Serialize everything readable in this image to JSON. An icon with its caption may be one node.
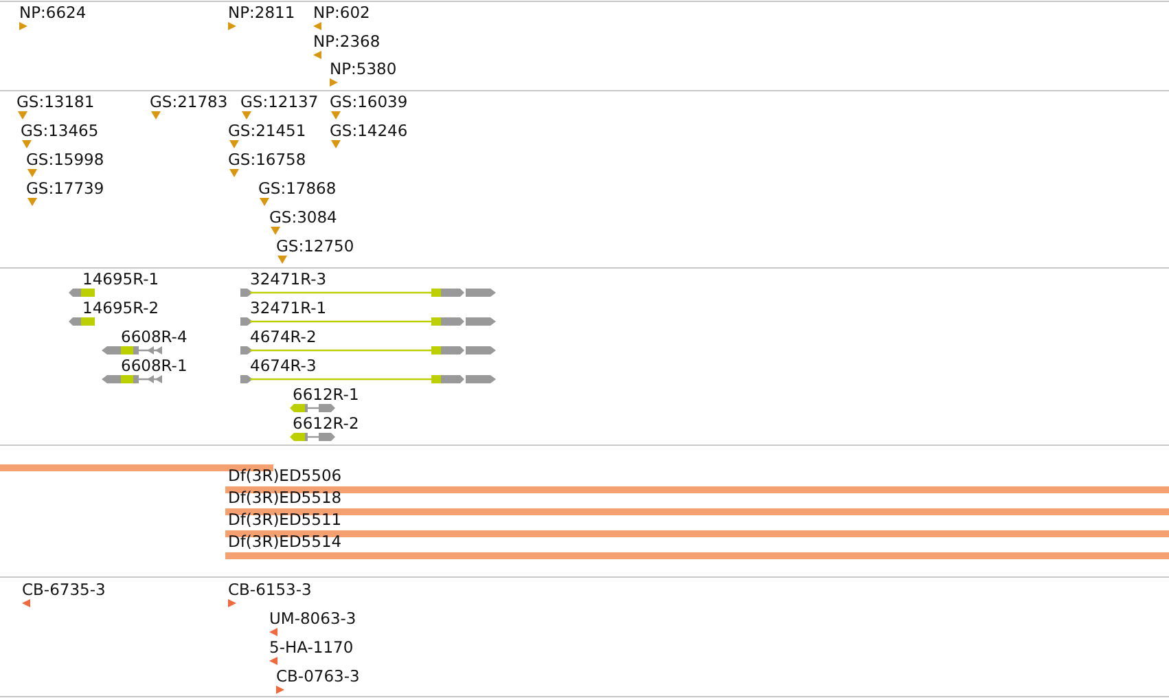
{
  "diagram": {
    "labels": [
      "NP:6624",
      "NP:2811",
      "NP:602",
      "NP:2368",
      "NP:5380",
      "GS:13181",
      "GS:21783",
      "GS:12137",
      "GS:16039",
      "GS:13465",
      "GS:21451",
      "GS:14246",
      "GS:15998",
      "GS:16758",
      "GS:17739",
      "GS:17868",
      "GS:3084",
      "GS:12750",
      "14695R-1",
      "32471R-3",
      "14695R-2",
      "32471R-1",
      "6608R-4",
      "4674R-2",
      "6608R-1",
      "4674R-3",
      "6612R-1",
      "6612R-2",
      "Df(3R)ED5506",
      "Df(3R)ED5518",
      "Df(3R)ED5511",
      "Df(3R)ED5514",
      "CB-6735-3",
      "CB-6153-3",
      "UM-8063-3",
      "5-HA-1170",
      "CB-0763-3"
    ]
  }
}
